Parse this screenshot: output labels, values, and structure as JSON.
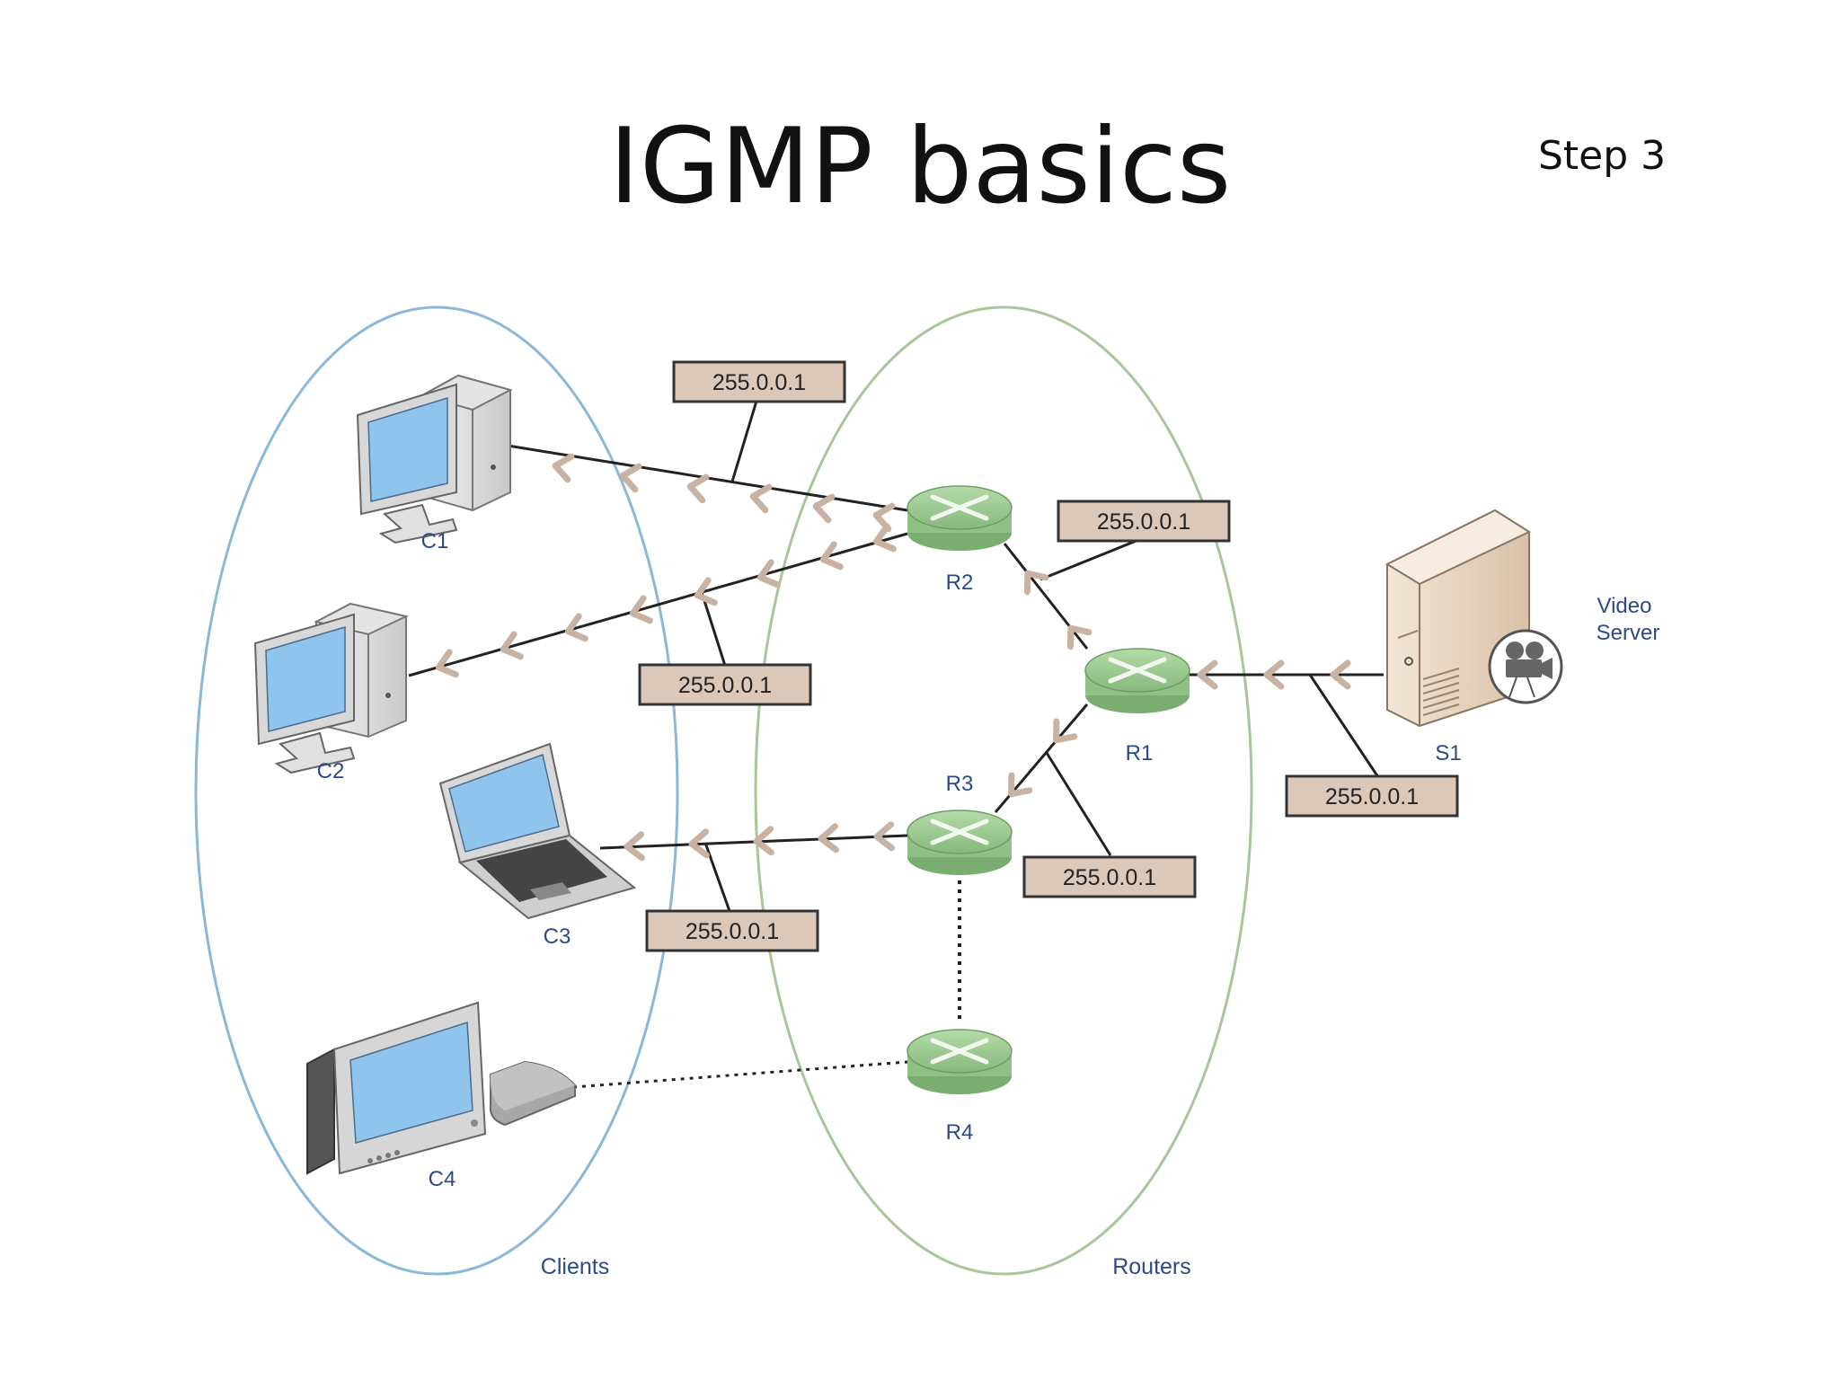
{
  "slide": {
    "title": "IGMP basics",
    "step": "Step 3"
  },
  "groups": {
    "clients": "Clients",
    "routers": "Routers"
  },
  "nodes": {
    "c1": "C1",
    "c2": "C2",
    "c3": "C3",
    "c4": "C4",
    "r1": "R1",
    "r2": "R2",
    "r3": "R3",
    "r4": "R4",
    "s1": "S1",
    "server_line1": "Video",
    "server_line2": "Server"
  },
  "group_labels": {
    "c1_link": "255.0.0.1",
    "c2_link": "255.0.0.1",
    "c3_link": "255.0.0.1",
    "r1_r2_link": "255.0.0.1",
    "r1_r3_link": "255.0.0.1",
    "s1_link": "255.0.0.1"
  },
  "colors": {
    "clients_ellipse": "#8ab8d8",
    "routers_ellipse": "#a8c69a",
    "router_fill": "#9cc991",
    "label_box": "#dcc8b8",
    "arrow": "#c8b2a2",
    "screen": "#8fc4ec"
  }
}
